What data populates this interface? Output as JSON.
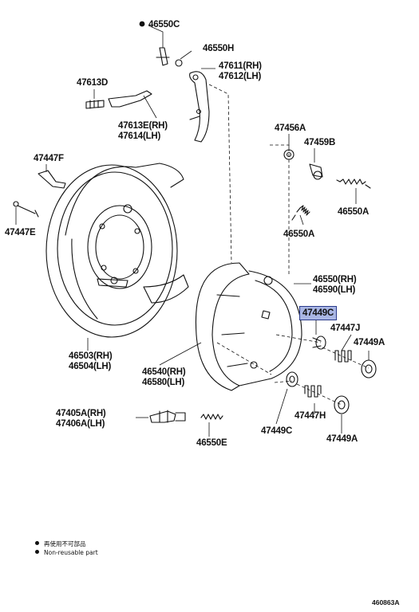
{
  "parts": {
    "p46550C": "46550C",
    "p46550H": "46550H",
    "p47611": "47611(RH)",
    "p47612": "47612(LH)",
    "p47613D": "47613D",
    "p47613E": "47613E(RH)",
    "p47614": "47614(LH)",
    "p47447F": "47447F",
    "p47447E": "47447E",
    "p47456A": "47456A",
    "p47459B": "47459B",
    "p46550A_1": "46550A",
    "p46550A_2": "46550A",
    "p46550RH": "46550(RH)",
    "p46590LH": "46590(LH)",
    "p47449C_hl": "47449C",
    "p47447J": "47447J",
    "p47449A_1": "47449A",
    "p46503": "46503(RH)",
    "p46504": "46504(LH)",
    "p46540": "46540(RH)",
    "p46580": "46580(LH)",
    "p47405A": "47405A(RH)",
    "p47406A": "47406A(LH)",
    "p46550E": "46550E",
    "p47449C_2": "47449C",
    "p47447H": "47447H",
    "p47449A_2": "47449A"
  },
  "legend": {
    "jp": "再使用不可部品",
    "en": "Non-reusable part"
  },
  "figure_number": "460863A",
  "colors": {
    "highlight": "#a9b6e4",
    "line": "#111111"
  }
}
